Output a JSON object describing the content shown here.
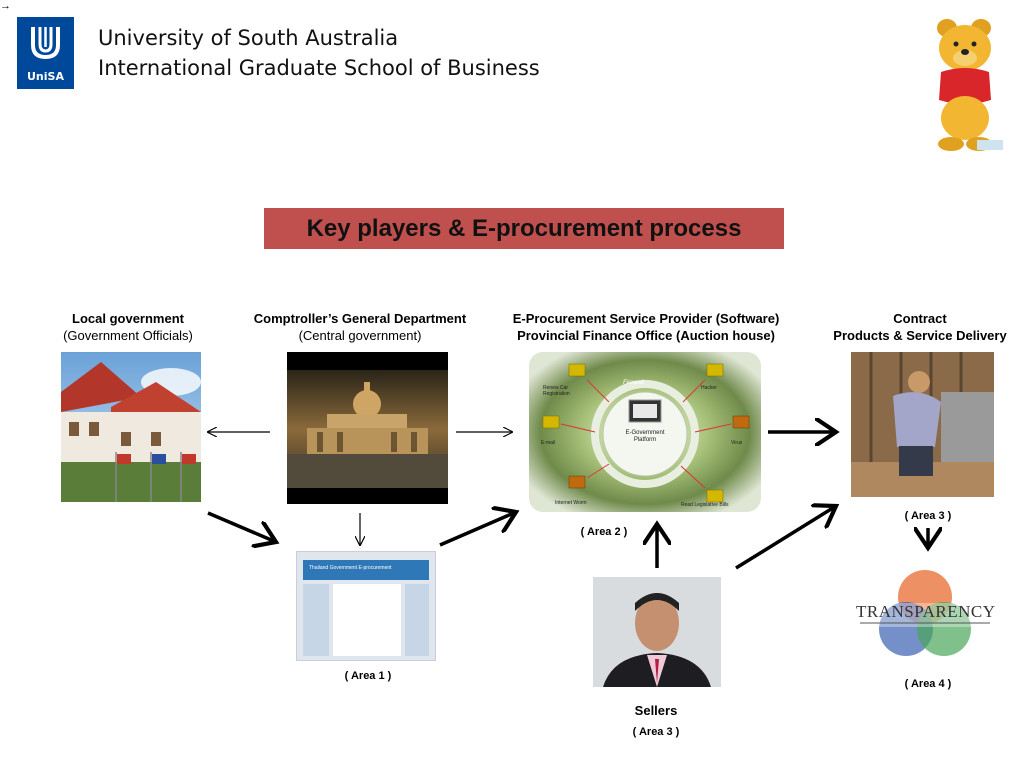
{
  "corner_glyph": "→",
  "header": {
    "logo_text": "UniSA",
    "line1": "University of South Australia",
    "line2": "International Graduate School of Business"
  },
  "slide_title": "Key players & E-procurement process",
  "columns": {
    "local_gov": {
      "title": "Local government",
      "subtitle": "(Government Officials)"
    },
    "comptroller": {
      "title": "Comptroller’s General Department",
      "subtitle": "(Central government)"
    },
    "eproc": {
      "line1": "E-Procurement Service Provider (Software)",
      "line2": "Provincial Finance Office (Auction house)"
    },
    "contract": {
      "title": "Contract",
      "subtitle": "Products & Service Delivery"
    }
  },
  "platform_diagram": {
    "center_line1": "E-Government",
    "center_line2": "Platform",
    "ring_label": "Firewall",
    "nodes": [
      "Renew Car Registration",
      "Hacker",
      "E-mail",
      "Virus",
      "Internet Worm",
      "Read Legislative Bills"
    ]
  },
  "website_mock": {
    "banner": "Thailand Government E-procurement"
  },
  "transparency_word": "TRANSPARENCY",
  "area_labels": {
    "area1": "( Area 1 )",
    "area2": "( Area 2 )",
    "area3_contract": "( Area 3 )",
    "area4": "( Area 4 )",
    "area3_sellers": "( Area  3 )"
  },
  "sellers_label": "Sellers",
  "colors": {
    "title_bg": "#c0504d",
    "logo_bg": "#00489a"
  }
}
